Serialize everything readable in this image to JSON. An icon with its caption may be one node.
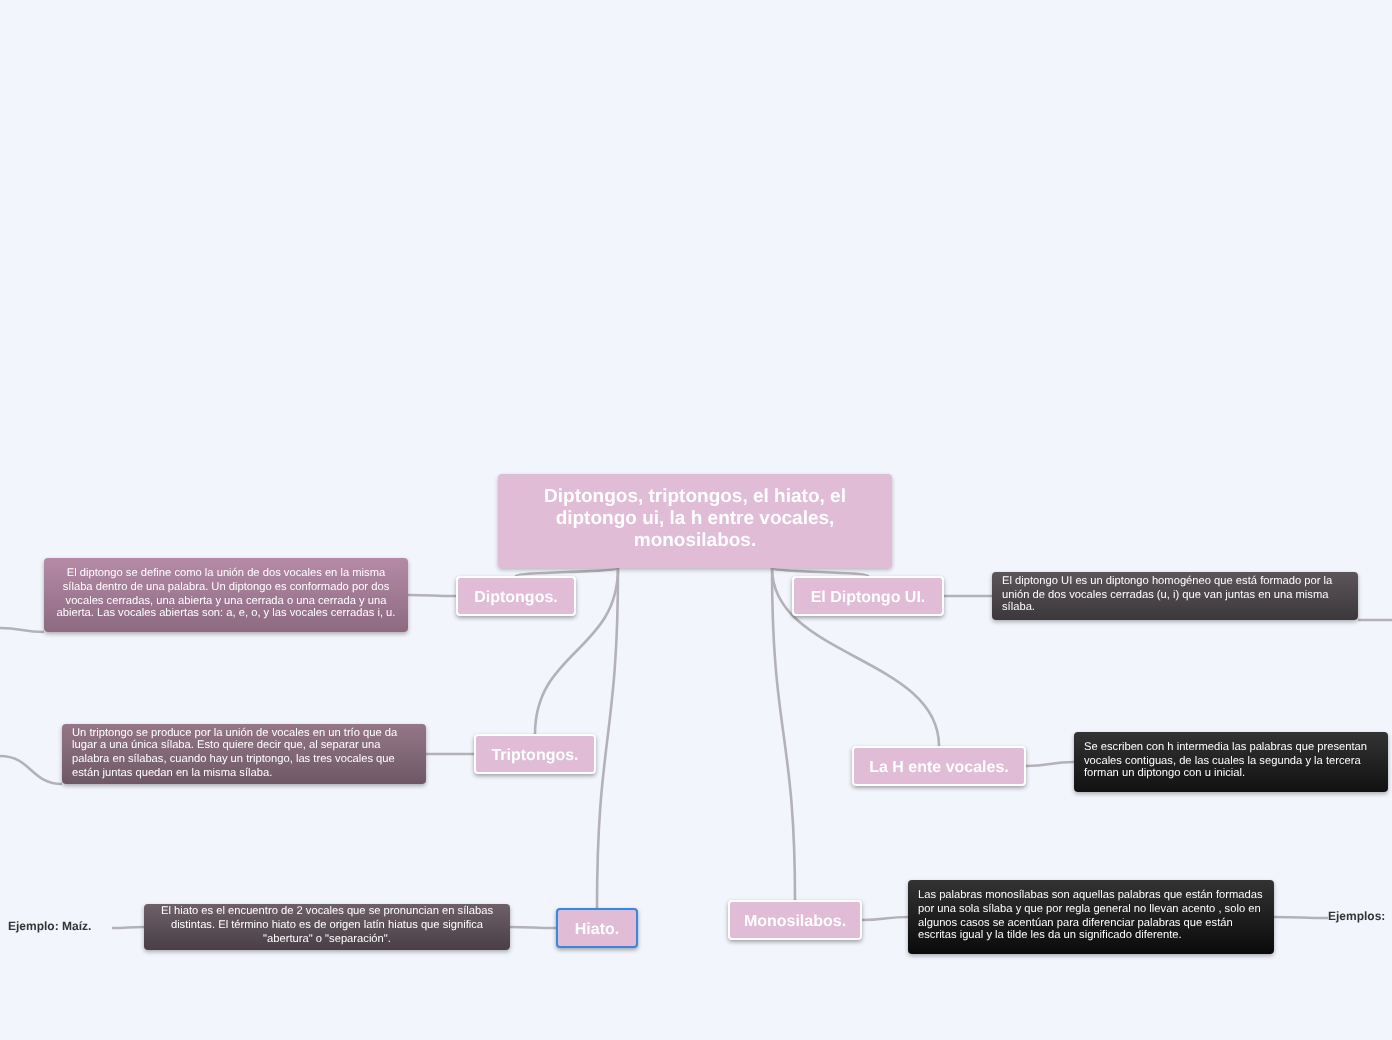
{
  "diagram": {
    "nodes": [
      {
        "text": [
          "Diptongos, triptongos, el hiato, el diptongo ui, la h entre vocales, monosilabos."
        ]
      },
      {
        "text": [
          "Diptongos."
        ]
      },
      {
        "text": [
          "El diptongo se define como la unión de dos vocales en la misma sílaba dentro de una palabra. Un diptongo es conformado por dos vocales cerradas, una abierta y una cerrada o una cerrada y una abierta. Las vocales abiertas son: a, e, o, y las vocales cerradas i, u."
        ]
      },
      {
        "text": [
          "El Diptongo UI."
        ]
      },
      {
        "text": [
          "El diptongo UI es un diptongo homogéneo que está formado por la unión de dos vocales cerradas (u, i) que van juntas en una misma sílaba."
        ]
      },
      {
        "text": [
          "Triptongos."
        ]
      },
      {
        "text": [
          "Un triptongo se produce por la unión de vocales en un trío que da lugar a una única sílaba. Esto quiere decir que, al separar una palabra en sílabas, cuando hay un triptongo, las tres vocales que están juntas quedan en la misma sílaba."
        ]
      },
      {
        "text": [
          "La H ente vocales."
        ]
      },
      {
        "text": [
          "Se escriben con h intermedia las palabras que presentan vocales contiguas, de las cuales la segunda y la tercera forman un diptongo con u inicial."
        ]
      },
      {
        "text": [
          "Hiato."
        ]
      },
      {
        "text": [
          "El hiato es el encuentro de 2 vocales que se pronuncian en sílabas distintas. El término hiato es de origen latín hiatus que significa \"abertura\" o \"separación\"."
        ]
      },
      {
        "text": [
          "Ejemplo: Maíz."
        ]
      },
      {
        "text": [
          "Monosilabos."
        ]
      },
      {
        "text": [
          "Las palabras monosílabas son aquellas palabras que están formadas por una sola sílaba y que por regla general no llevan acento , solo en algunos casos se acentúan para diferenciar palabras que están escritas igual y la tilde les da un significado diferente."
        ]
      },
      {
        "text": [
          "Ejemplos:"
        ]
      }
    ],
    "edges": [
      {
        "from": 0,
        "to": 1,
        "arrow": "none"
      },
      {
        "from": 0,
        "to": 3,
        "arrow": "none"
      },
      {
        "from": 0,
        "to": 5,
        "arrow": "none"
      },
      {
        "from": 0,
        "to": 7,
        "arrow": "none"
      },
      {
        "from": 0,
        "to": 9,
        "arrow": "none"
      },
      {
        "from": 0,
        "to": 12,
        "arrow": "none"
      },
      {
        "from": 1,
        "to": 2,
        "arrow": "none"
      },
      {
        "from": 3,
        "to": 4,
        "arrow": "none"
      },
      {
        "from": 5,
        "to": 6,
        "arrow": "none"
      },
      {
        "from": 7,
        "to": 8,
        "arrow": "none"
      },
      {
        "from": 9,
        "to": 10,
        "arrow": "none"
      },
      {
        "from": 12,
        "to": 13,
        "arrow": "none"
      },
      {
        "from": 2,
        "to": null,
        "arrow": "none"
      },
      {
        "from": 6,
        "to": null,
        "arrow": "none"
      },
      {
        "from": 4,
        "to": null,
        "arrow": "none"
      },
      {
        "from": 10,
        "to": 11,
        "arrow": "none"
      },
      {
        "from": 13,
        "to": 14,
        "arrow": "none"
      }
    ]
  }
}
